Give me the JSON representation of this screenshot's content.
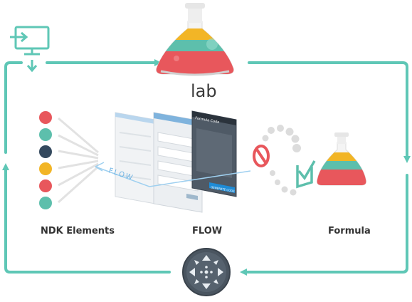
{
  "center_title": "lab",
  "stages": {
    "left": "NDK Elements",
    "middle": "FLOW",
    "right": "Formula"
  },
  "flow_arrow_text": "FLOW",
  "screens": {
    "front_title": "Formula Code",
    "front_button": "GENERATE CODE"
  },
  "colors": {
    "cycle_line": "#5fc7b6",
    "red": "#e8575c",
    "teal": "#5dbfac",
    "navy": "#34495e",
    "yellow": "#f2b526",
    "dark_screen": "#4f5a66",
    "accent_blue": "#1e8bd6"
  },
  "icons": [
    "monitor-download-icon",
    "lab-flask-icon",
    "formula-flask-icon",
    "navigation-dpad-icon",
    "stop-icon",
    "checkmark-icon",
    "loading-spinner-icon"
  ],
  "ndk_dots": [
    "red",
    "teal",
    "navy",
    "yellow",
    "red",
    "teal"
  ]
}
